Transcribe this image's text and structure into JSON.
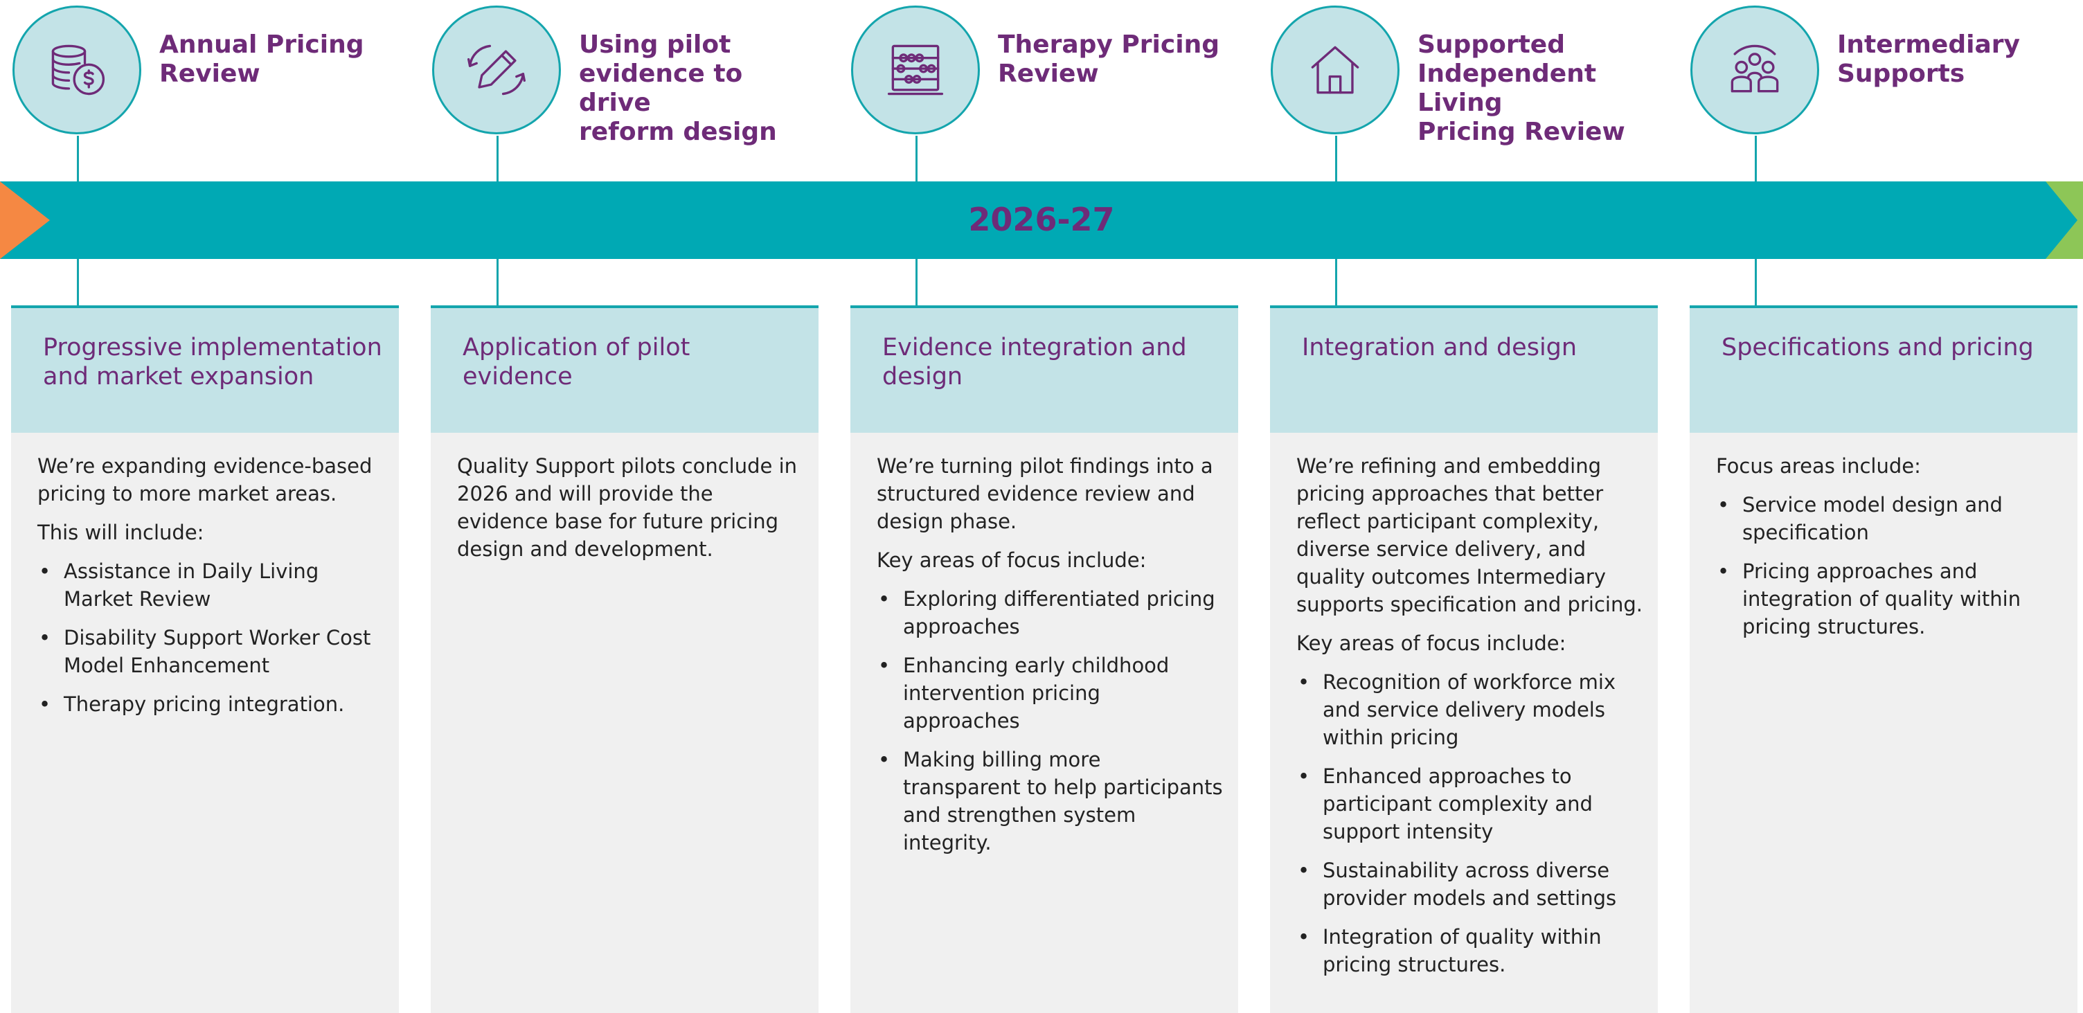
{
  "timeline": {
    "label": "2026-27",
    "colors": {
      "band": "#00a9b4",
      "start_arrow": "#f58843",
      "end_arrow": "#8dc657",
      "accent_text": "#6e2b78"
    }
  },
  "columns": [
    {
      "icon": "coins-dollar-icon",
      "heading_lines": [
        "Annual Pricing",
        "Review"
      ],
      "card_title_lines": [
        "Progressive implementation",
        "and market expansion"
      ],
      "paragraphs": [
        "We’re expanding evidence-based pricing to more market areas.",
        "This will include:"
      ],
      "bullets": [
        "Assistance in Daily Living Market Review",
        "Disability Support Worker Cost Model Enhancement",
        "Therapy pricing integration."
      ]
    },
    {
      "icon": "pencil-refresh-icon",
      "heading_lines": [
        "Using pilot",
        "evidence to drive",
        "reform design"
      ],
      "card_title_lines": [
        "Application of pilot",
        "evidence"
      ],
      "paragraphs": [
        "Quality Support pilots conclude in 2026 and will provide the evidence base for future pricing design and development."
      ],
      "bullets": []
    },
    {
      "icon": "abacus-icon",
      "heading_lines": [
        "Therapy Pricing",
        "Review"
      ],
      "card_title_lines": [
        "Evidence integration and",
        "design"
      ],
      "paragraphs": [
        "We’re turning pilot findings into a structured evidence review and design phase.",
        "Key areas of focus include:"
      ],
      "bullets": [
        "Exploring differentiated pricing approaches",
        "Enhancing early childhood intervention pricing approaches",
        "Making billing more transparent to help participants and strengthen system integrity."
      ]
    },
    {
      "icon": "house-icon",
      "heading_lines": [
        "Supported",
        "Independent Living",
        "Pricing Review"
      ],
      "card_title_lines": [
        "Integration and design"
      ],
      "paragraphs": [
        "We’re refining and embedding pricing approaches that better reflect participant complexity, diverse service delivery, and quality outcomes Intermediary supports specification and pricing.",
        "Key areas of focus include:"
      ],
      "bullets": [
        "Recognition of workforce mix and service delivery models within pricing",
        "Enhanced approaches to participant complexity and support intensity",
        "Sustainability across diverse provider models and settings",
        "Integration of quality within pricing structures."
      ]
    },
    {
      "icon": "people-group-icon",
      "heading_lines": [
        "Intermediary",
        "Supports"
      ],
      "card_title_lines": [
        "Specifications and pricing"
      ],
      "paragraphs": [
        "Focus areas include:"
      ],
      "bullets": [
        "Service model design and specification",
        "Pricing approaches and integration of quality within pricing structures."
      ]
    }
  ]
}
